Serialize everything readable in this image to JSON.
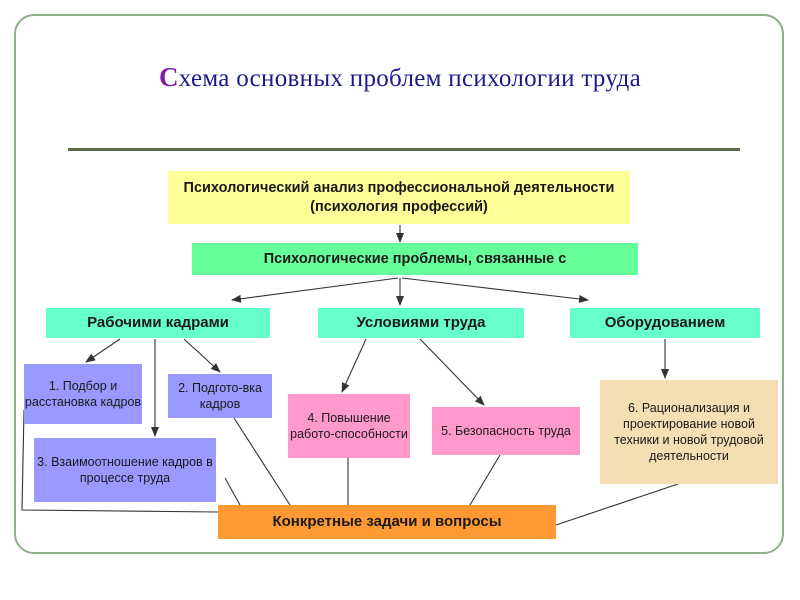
{
  "title": {
    "first_letter": "С",
    "rest": "хема основных проблем психологии труда"
  },
  "boxes": {
    "top": "Психологический анализ профессиональной деятельности (психология профессий)",
    "sub": "Психологические проблемы, связанные с",
    "cat1": "Рабочими кадрами",
    "cat2": "Условиями труда",
    "cat3": "Оборудованием",
    "item1": "1. Подбор и расстановка кадров",
    "item2": "2. Подгото-вка кадров",
    "item3": "3. Взаимоотношение кадров в процессе труда",
    "item4": "4. Повышение работо-способности",
    "item5": "5. Безопасность труда",
    "item6": "6. Рационализация и проектирование новой техники и новой трудовой деятельности",
    "bottom": "Конкретные задачи и вопросы"
  },
  "colors": {
    "frame_border": "#8fb08a",
    "title_text": "#1a1a8c",
    "title_first_letter": "#7a1fa8",
    "top_box": "#ffff99",
    "sub_box": "#66ff99",
    "category_box": "#66ffcc",
    "blue_box": "#9999ff",
    "pink_box": "#ff99cc",
    "tan_box": "#f5deb3",
    "bottom_box": "#ff9933"
  }
}
